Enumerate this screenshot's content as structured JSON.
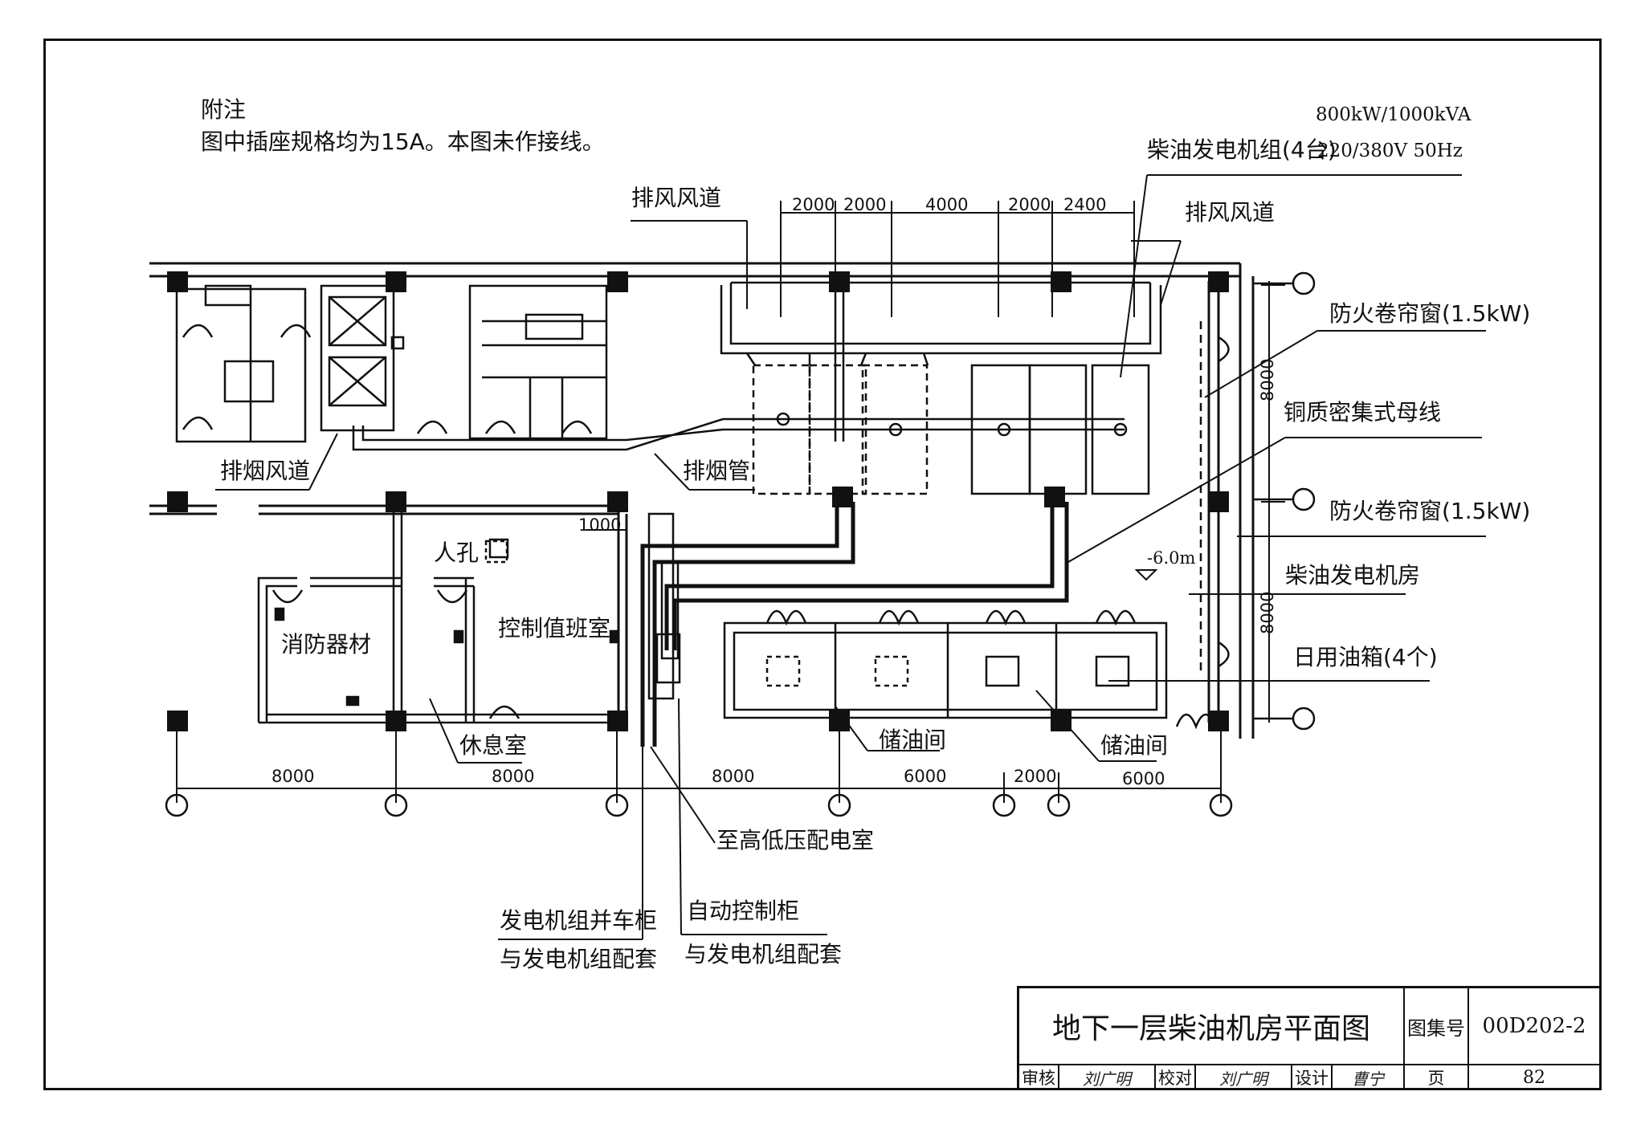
{
  "notes": {
    "heading": "附注",
    "text": "图中插座规格均为15A。本图未作接线。"
  },
  "generator": {
    "rating1": "800kW/1000kVA",
    "name": "柴油发电机组(4台)",
    "rating2": "220/380V 50Hz"
  },
  "labels": {
    "exhaust_duct_left": "排风风道",
    "exhaust_duct_right": "排风风道",
    "smoke_duct": "排烟风道",
    "smoke_pipe": "排烟管",
    "fire_shutter_top": "防火卷帘窗(1.5kW)",
    "fire_shutter_mid": "防火卷帘窗(1.5kW)",
    "busbar": "铜质密集式母线",
    "generator_room": "柴油发电机房",
    "day_tank": "日用油箱(4个)",
    "manhole": "人孔",
    "fire_equipment": "消防器材",
    "control_room": "控制值班室",
    "rest_room": "休息室",
    "oil_store_1": "储油间",
    "oil_store_2": "储油间",
    "to_substation": "至高低压配电室",
    "parallel_cab_1": "发电机组并车柜",
    "parallel_cab_2": "与发电机组配套",
    "auto_cab_1": "自动控制柜",
    "auto_cab_2": "与发电机组配套",
    "level": "-6.0m"
  },
  "dims": {
    "top": [
      "2000",
      "2000",
      "4000",
      "2000",
      "2400"
    ],
    "right_upper": "8000",
    "right_lower": "8000",
    "bottom": [
      "8000",
      "8000",
      "8000",
      "6000",
      "2000",
      "6000"
    ],
    "door_width": "1000"
  },
  "title_block": {
    "title": "地下一层柴油机房平面图",
    "atlas_label": "图集号",
    "atlas_no": "00D202-2",
    "review_label": "审核",
    "review_sig": "刘广明",
    "check_label": "校对",
    "check_sig": "刘广明",
    "design_label": "设计",
    "design_sig": "曹宁",
    "page_label": "页",
    "page_no": "82"
  }
}
